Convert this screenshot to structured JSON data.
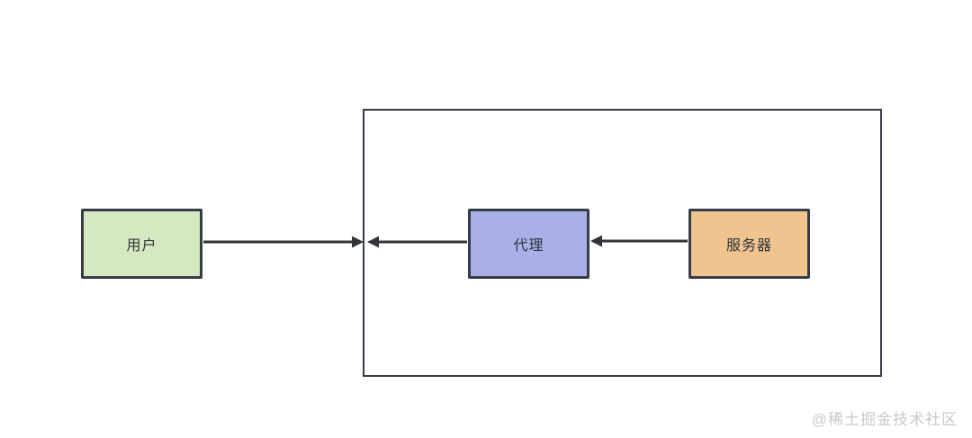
{
  "diagram": {
    "nodes": {
      "user": {
        "label": "用户",
        "fill": "#d5e8c2",
        "border": "#363c46"
      },
      "proxy": {
        "label": "代理",
        "fill": "#a9b0e8",
        "border": "#363c46"
      },
      "server": {
        "label": "服务器",
        "fill": "#efc48f",
        "border": "#363c46"
      }
    },
    "boundary": {
      "border": "#363c46"
    },
    "arrows": {
      "color": "#313439"
    },
    "watermark": {
      "text": "@稀土掘金技术社区",
      "color": "#c9c9c9"
    }
  }
}
